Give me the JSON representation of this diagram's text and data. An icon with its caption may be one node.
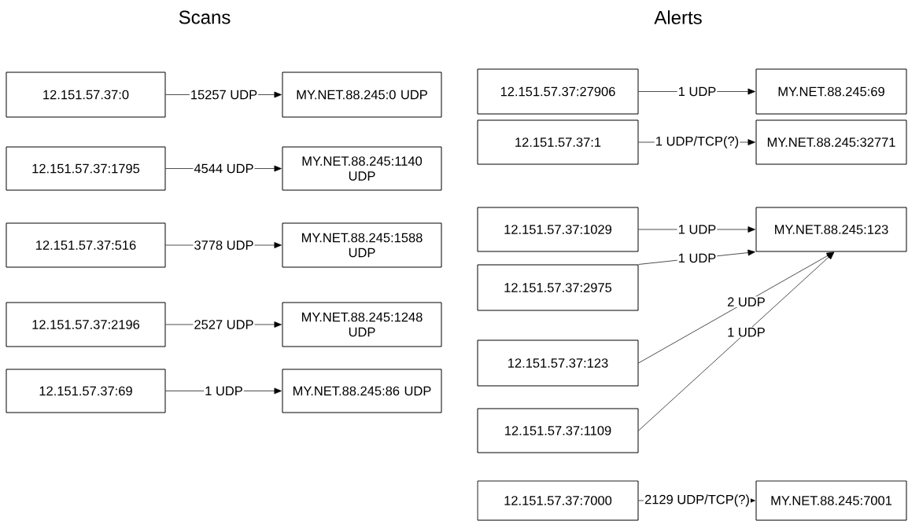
{
  "diagram": {
    "nodes": [
      {
        "text": [
          "12.151.57.37:0"
        ]
      },
      {
        "text": [
          "MY.NET.88.245:0 UDP"
        ]
      },
      {
        "text": [
          "12.151.57.37:1795"
        ]
      },
      {
        "text": [
          "MY.NET.88.245:1140 UDP"
        ]
      },
      {
        "text": [
          "12.151.57.37:516"
        ]
      },
      {
        "text": [
          "MY.NET.88.245:1588 UDP"
        ]
      },
      {
        "text": [
          "12.151.57.37:2196"
        ]
      },
      {
        "text": [
          "MY.NET.88.245:1248 UDP"
        ]
      },
      {
        "text": [
          "12.151.57.37:69"
        ]
      },
      {
        "text": [
          "MY.NET.88.245:86 UDP"
        ]
      },
      {
        "text": [
          "12.151.57.37:27906"
        ]
      },
      {
        "text": [
          "MY.NET.88.245:69"
        ]
      },
      {
        "text": [
          "12.151.57.37:1"
        ]
      },
      {
        "text": [
          "MY.NET.88.245:32771"
        ]
      },
      {
        "text": [
          "12.151.57.37:1029"
        ]
      },
      {
        "text": [
          "MY.NET.88.245:123"
        ]
      },
      {
        "text": [
          "12.151.57.37:2975"
        ]
      },
      {
        "text": [
          "12.151.57.37:123"
        ]
      },
      {
        "text": [
          "12.151.57.37:1109"
        ]
      },
      {
        "text": [
          "12.151.57.37:7000"
        ]
      },
      {
        "text": [
          "MY.NET.88.245:7001"
        ]
      }
    ],
    "edges": [
      {
        "from": 0,
        "to": 1,
        "arrow": "to",
        "label": "15257 UDP"
      },
      {
        "from": 2,
        "to": 3,
        "arrow": "to",
        "label": "4544 UDP"
      },
      {
        "from": 4,
        "to": 5,
        "arrow": "to",
        "label": "3778 UDP"
      },
      {
        "from": 6,
        "to": 7,
        "arrow": "to",
        "label": "2527 UDP"
      },
      {
        "from": 8,
        "to": 9,
        "arrow": "to",
        "label": "1 UDP"
      },
      {
        "from": 10,
        "to": 11,
        "arrow": "to",
        "label": "1 UDP"
      },
      {
        "from": 12,
        "to": 13,
        "arrow": "to",
        "label": "1 UDP/TCP(?)"
      },
      {
        "from": 14,
        "to": 15,
        "arrow": "to",
        "label": "1 UDP"
      },
      {
        "from": 16,
        "to": 15,
        "arrow": "to",
        "label": "1 UDP"
      },
      {
        "from": 17,
        "to": 15,
        "arrow": "to",
        "label": "2 UDP"
      },
      {
        "from": 18,
        "to": 15,
        "arrow": "to",
        "label": "1 UDP"
      },
      {
        "from": 19,
        "to": 20,
        "arrow": "to",
        "label": "2129 UDP/TCP(?)"
      }
    ],
    "labels": [
      "Scans",
      "Alerts"
    ]
  }
}
